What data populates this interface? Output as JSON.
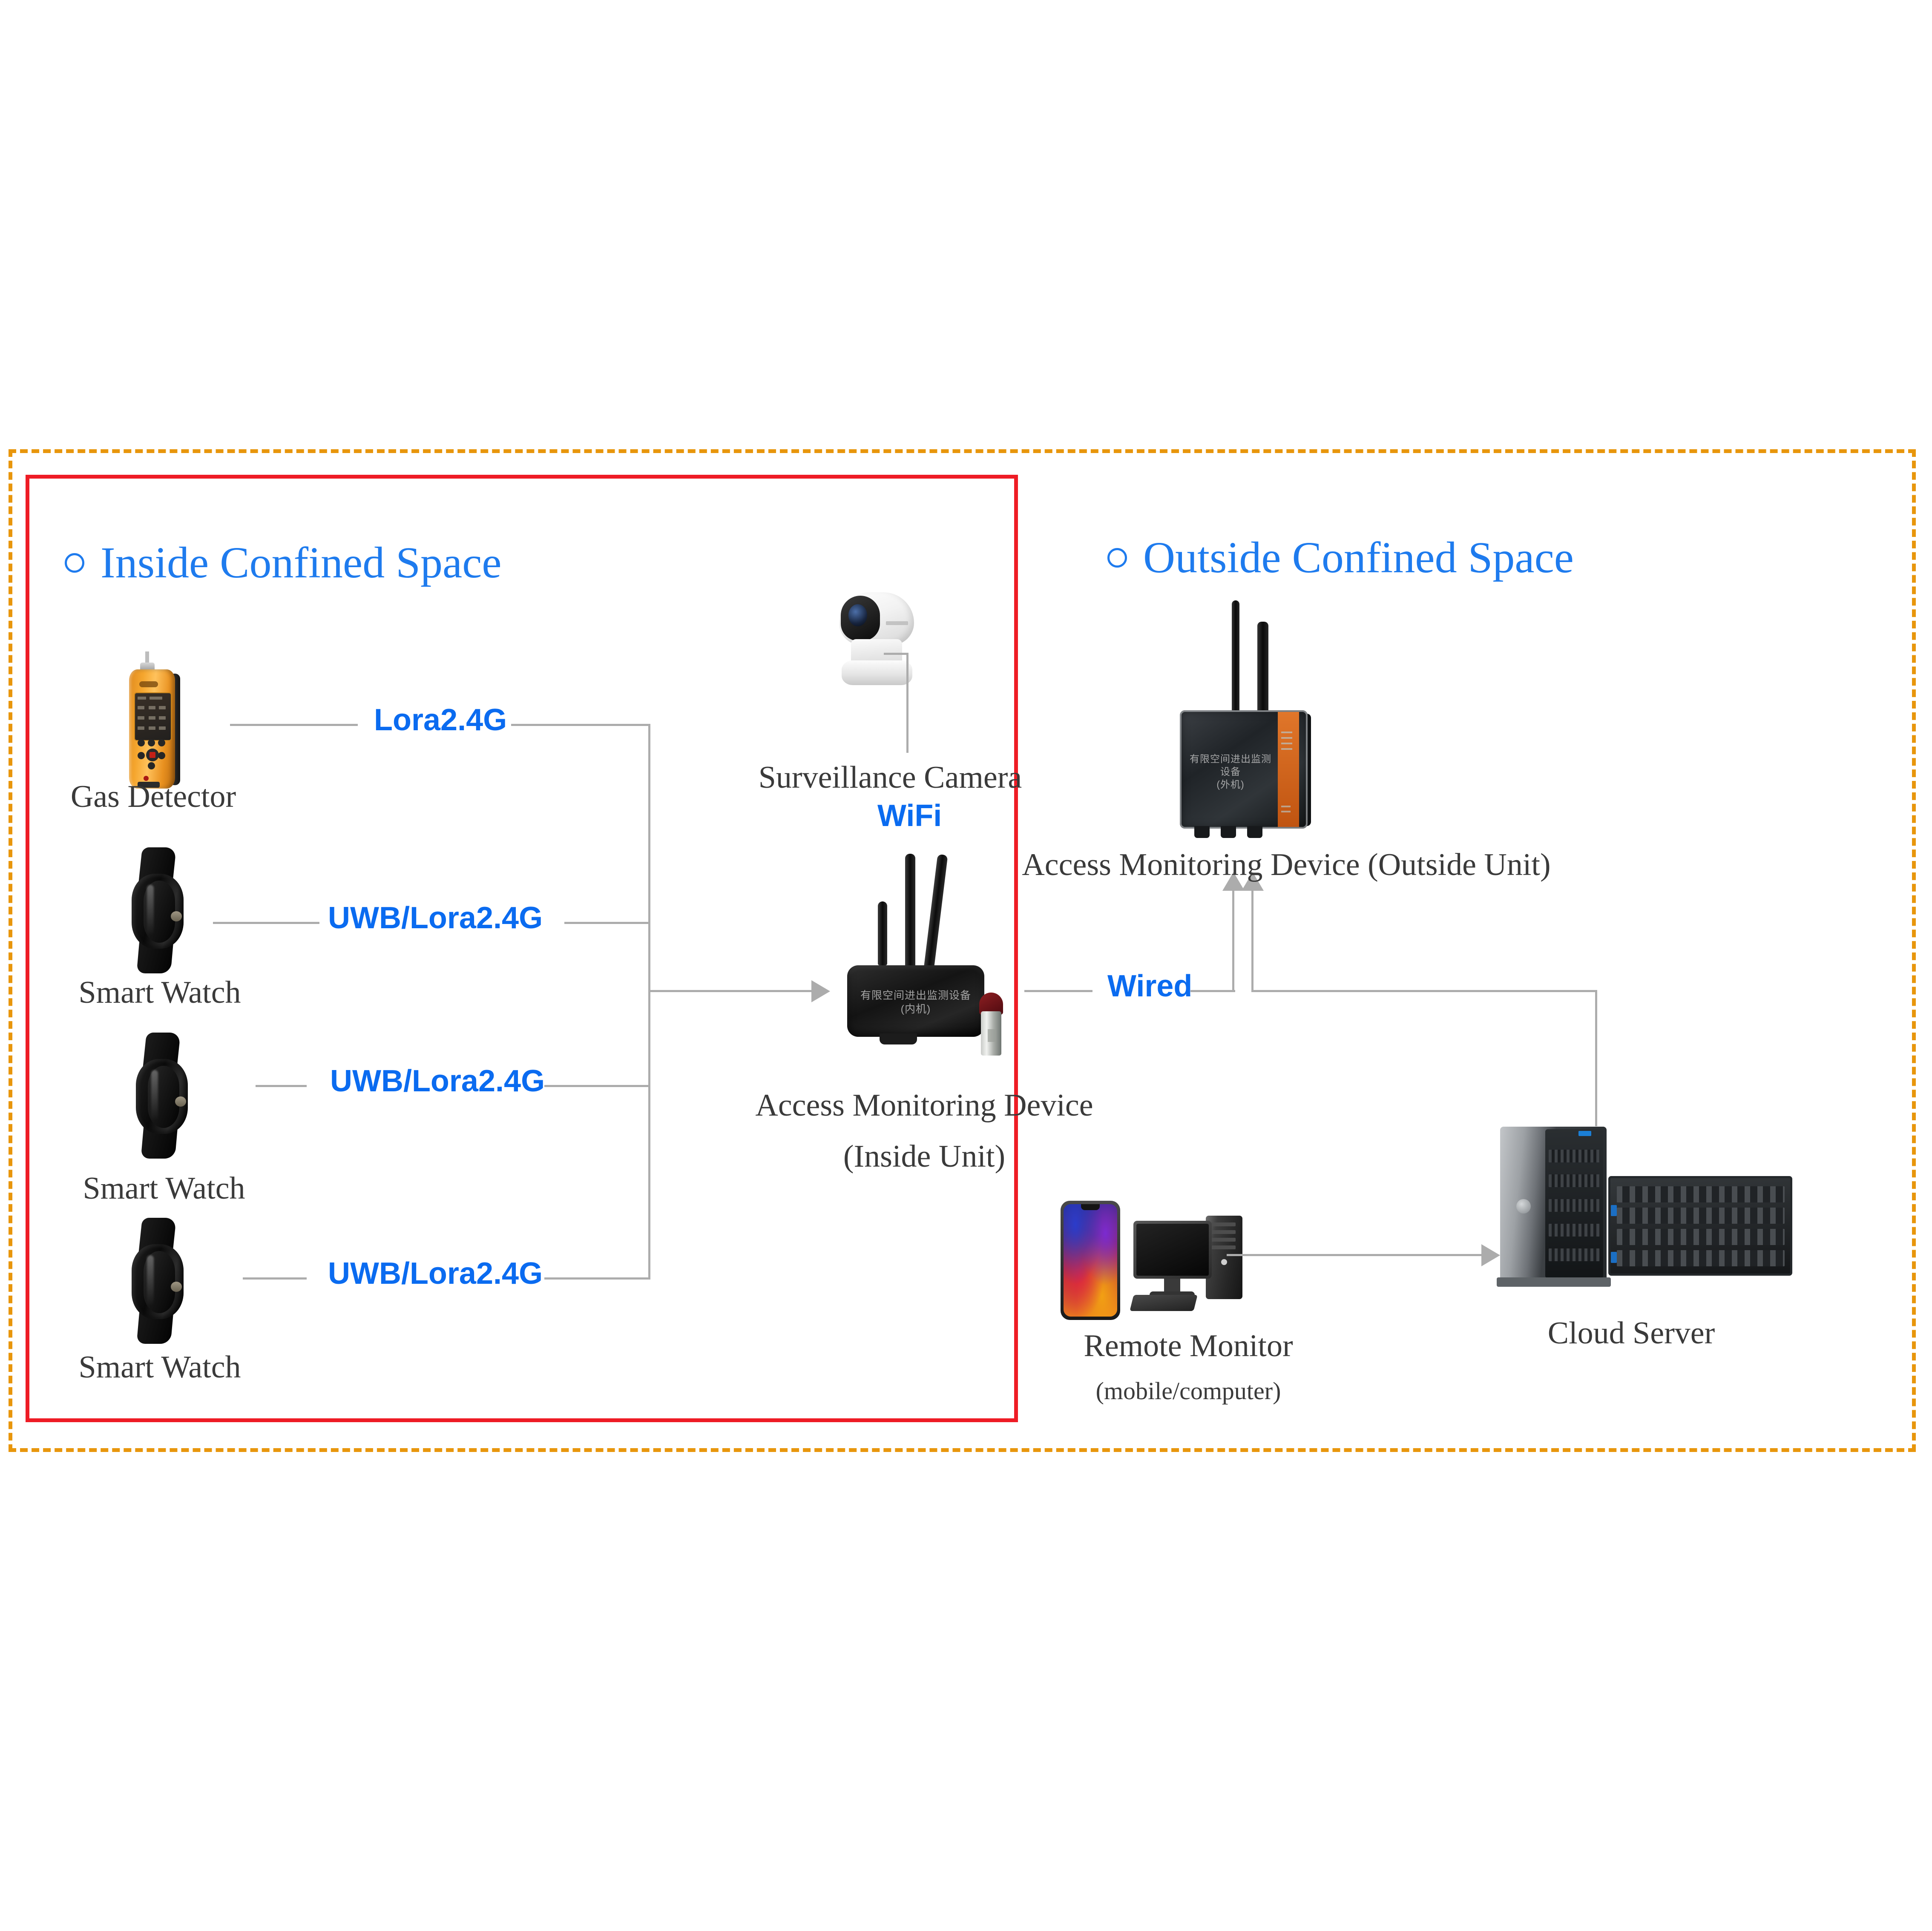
{
  "zones": {
    "inside": {
      "label": "Inside Confined Space",
      "border_color": "#EE1C25"
    },
    "outside": {
      "label": "Outside Confined Space",
      "border_color": "#E8960C"
    },
    "heading_color": "#1E7BEE"
  },
  "devices": {
    "gas_detector": {
      "label": "Gas Detector"
    },
    "smart_watch_1": {
      "label": "Smart Watch"
    },
    "smart_watch_2": {
      "label": "Smart Watch"
    },
    "smart_watch_3": {
      "label": "Smart Watch"
    },
    "surveillance_camera": {
      "label": "Surveillance Camera"
    },
    "inside_unit": {
      "label_line1": "Access Monitoring Device",
      "label_line2": "(Inside Unit)",
      "device_text_cn": "有限空间进出监测设备",
      "device_text_cn2": "(内机)"
    },
    "outside_unit": {
      "label": "Access Monitoring Device (Outside Unit)",
      "device_text_cn": "有限空间进出监测设备",
      "device_text_cn2": "(外机)"
    },
    "remote_monitor": {
      "label": "Remote Monitor",
      "sublabel": "(mobile/computer)"
    },
    "cloud_server": {
      "label": "Cloud Server"
    }
  },
  "protocols": {
    "gas_link": "Lora2.4G",
    "watch1_link": "UWB/Lora2.4G",
    "watch2_link": "UWB/Lora2.4G",
    "watch3_link": "UWB/Lora2.4G",
    "camera_link": "WiFi",
    "unit_link": "Wired",
    "color": "#0A6BF0"
  },
  "connector_color": "#ACACAC"
}
